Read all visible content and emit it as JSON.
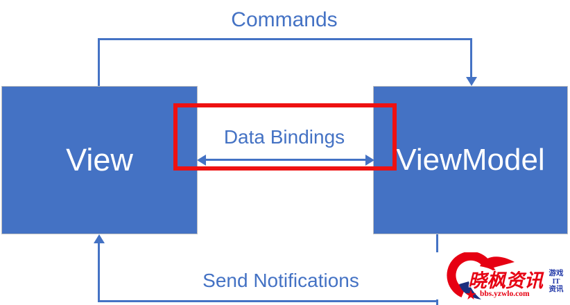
{
  "diagram": {
    "commands_label": "Commands",
    "data_bindings_label": "Data Bindings",
    "send_notifications_label": "Send Notifications",
    "view_box_label": "View",
    "viewmodel_box_label": "ViewModel",
    "colors": {
      "primary_blue": "#4472C4",
      "box_text": "#FFFFFF",
      "highlight_red": "#EE1111"
    }
  },
  "watermark": {
    "site_name": "晓枫资讯",
    "site_url": "bbs.yzwlo.com",
    "tagline_lines": [
      "游戏",
      "IT",
      "资讯"
    ],
    "colors": {
      "logo_red": "#E60012",
      "logo_navy": "#1B2F7E",
      "tagline_blue": "#2239A8"
    }
  }
}
